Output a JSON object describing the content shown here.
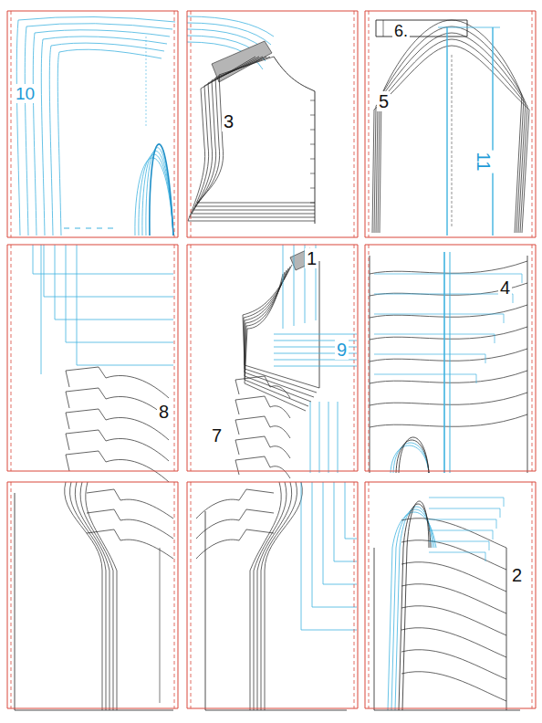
{
  "diagram": {
    "labels": [
      "10",
      "3",
      "6.",
      "5",
      "11",
      "1",
      "4",
      "9",
      "8",
      "7",
      "2"
    ]
  }
}
